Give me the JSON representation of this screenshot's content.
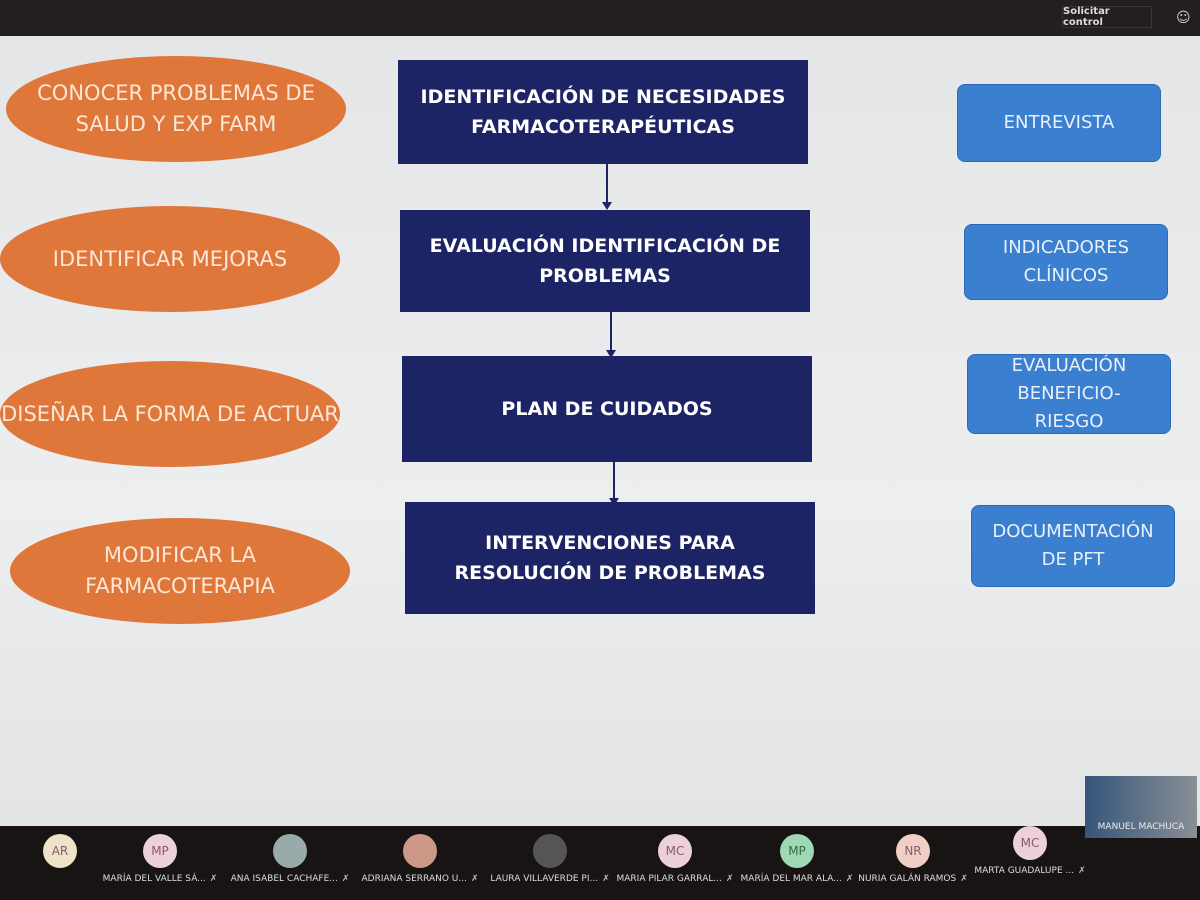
{
  "toolbar": {
    "request_control": "Solicitar control"
  },
  "slide": {
    "ellipses": [
      "CONOCER PROBLEMAS DE SALUD Y EXP FARM",
      "IDENTIFICAR MEJORAS",
      "DISEÑAR LA FORMA DE ACTUAR",
      "MODIFICAR LA FARMACOTERAPIA"
    ],
    "steps": [
      "IDENTIFICACIÓN DE NECESIDADES FARMACOTERAPÉUTICAS",
      "EVALUACIÓN IDENTIFICACIÓN DE PROBLEMAS",
      "PLAN DE CUIDADOS",
      "INTERVENCIONES PARA RESOLUCIÓN DE PROBLEMAS"
    ],
    "tools": [
      "ENTREVISTA",
      "INDICADORES CLÍNICOS",
      "EVALUACIÓN BENEFICIO-RIESGO",
      "DOCUMENTACIÓN DE PFT"
    ]
  },
  "participants": [
    {
      "initials": "AR",
      "name": ""
    },
    {
      "initials": "MP",
      "name": "MARÍA DEL VALLE SÁ..."
    },
    {
      "initials": "",
      "name": "ANA ISABEL CACHAFE..."
    },
    {
      "initials": "",
      "name": "ADRIANA SERRANO U..."
    },
    {
      "initials": "",
      "name": "LAURA VILLAVERDE PI..."
    },
    {
      "initials": "MC",
      "name": "MARIA PILAR GARRAL..."
    },
    {
      "initials": "MP",
      "name": "MARÍA DEL MAR ALA..."
    },
    {
      "initials": "NR",
      "name": "NURIA GALÁN RAMOS"
    },
    {
      "initials": "MC",
      "name": "MARTA GUADALUPE ..."
    }
  ],
  "presenter": {
    "name": "MANUEL MACHUCA"
  }
}
